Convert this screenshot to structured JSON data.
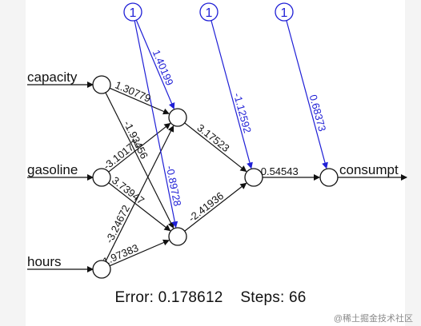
{
  "inputs": [
    {
      "id": "i1",
      "label": "capacity"
    },
    {
      "id": "i2",
      "label": "gasoline"
    },
    {
      "id": "i3",
      "label": "hours"
    }
  ],
  "hidden1": [
    {
      "id": "h11"
    },
    {
      "id": "h12"
    }
  ],
  "hidden2": [
    {
      "id": "h21"
    }
  ],
  "output": {
    "id": "o1",
    "label": "consumpt"
  },
  "bias_label": "1",
  "weights": [
    {
      "from": "i1",
      "to": "h11",
      "value": "1.30779"
    },
    {
      "from": "i1",
      "to": "h12",
      "value": "-1.93456"
    },
    {
      "from": "i2",
      "to": "h11",
      "value": "-3.10177"
    },
    {
      "from": "i2",
      "to": "h12",
      "value": "3.73947"
    },
    {
      "from": "i3",
      "to": "h11",
      "value": "-3.24672"
    },
    {
      "from": "i3",
      "to": "h12",
      "value": "1.97383"
    },
    {
      "from": "h11",
      "to": "h21",
      "value": "3.17523"
    },
    {
      "from": "h12",
      "to": "h21",
      "value": "-2.41936"
    },
    {
      "from": "h21",
      "to": "o1",
      "value": "-0.54543"
    }
  ],
  "bias_weights": [
    {
      "from": "b1",
      "to": "h11",
      "value": "1.40199"
    },
    {
      "from": "b1",
      "to": "h12",
      "value": "-0.89728"
    },
    {
      "from": "b2",
      "to": "h21",
      "value": "-1.12592"
    },
    {
      "from": "b3",
      "to": "o1",
      "value": "0.68373"
    }
  ],
  "footer": {
    "error_label": "Error:",
    "error_value": "0.178612",
    "steps_label": "Steps:",
    "steps_value": "66"
  },
  "watermark": "@稀土掘金技术社区",
  "colors": {
    "weights": "#111111",
    "bias": "#1f1fd6",
    "node_fill": "#ffffff",
    "node_stroke": "#111111"
  }
}
